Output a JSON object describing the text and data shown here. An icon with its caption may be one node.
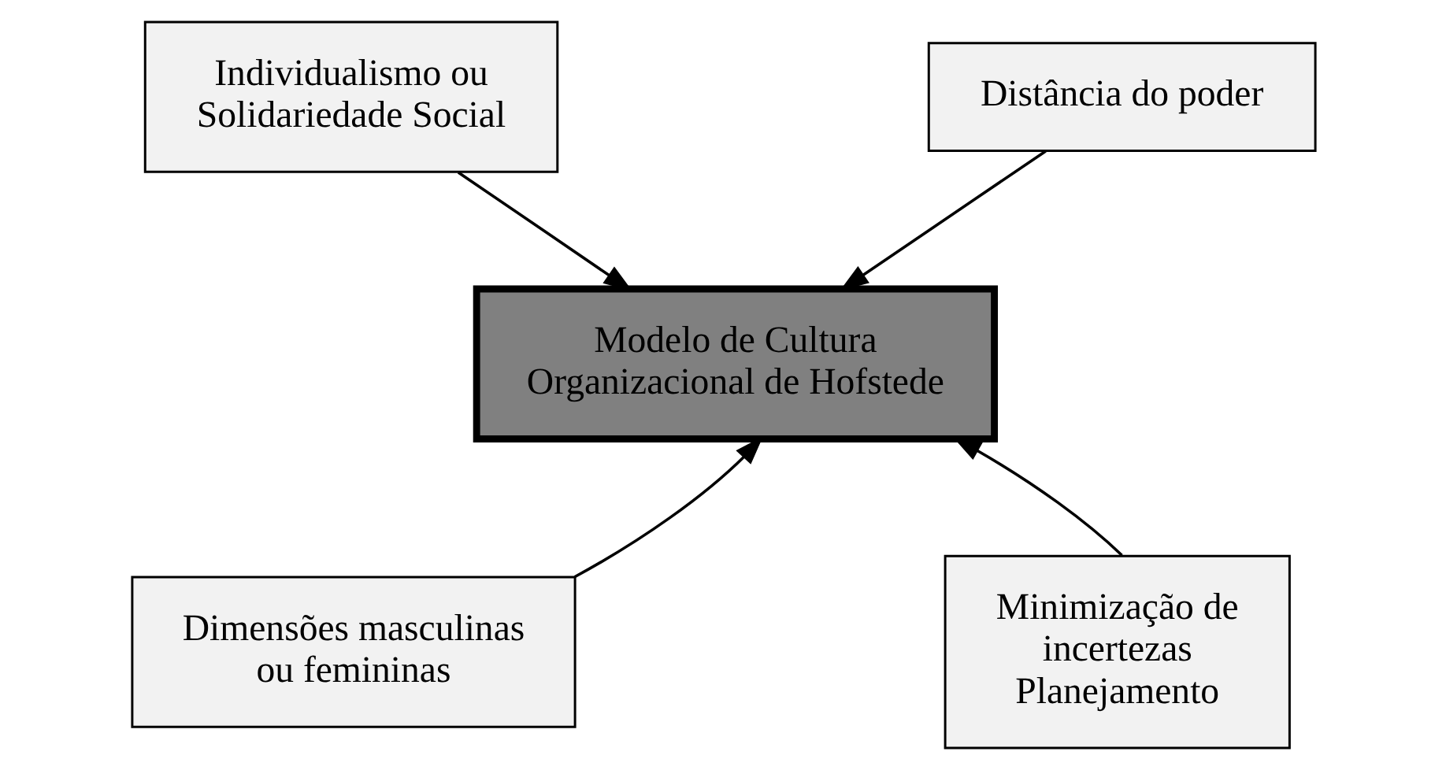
{
  "diagram": {
    "nodes": [
      {
        "text": [
          "Individualismo ou Solidariedade Social"
        ]
      },
      {
        "text": [
          "Distância do poder"
        ]
      },
      {
        "text": [
          "Modelo de Cultura Organizacional de Hofstede"
        ]
      },
      {
        "text": [
          "Dimensões masculinas ou femininas"
        ]
      },
      {
        "text": [
          "Minimização de incertezas Planejamento"
        ]
      }
    ],
    "edges": [
      {
        "from": 0,
        "to": 2,
        "arrow": "to"
      },
      {
        "from": 1,
        "to": 2,
        "arrow": "to"
      },
      {
        "from": 3,
        "to": 2,
        "arrow": "to"
      },
      {
        "from": 4,
        "to": 2,
        "arrow": "to"
      }
    ]
  }
}
